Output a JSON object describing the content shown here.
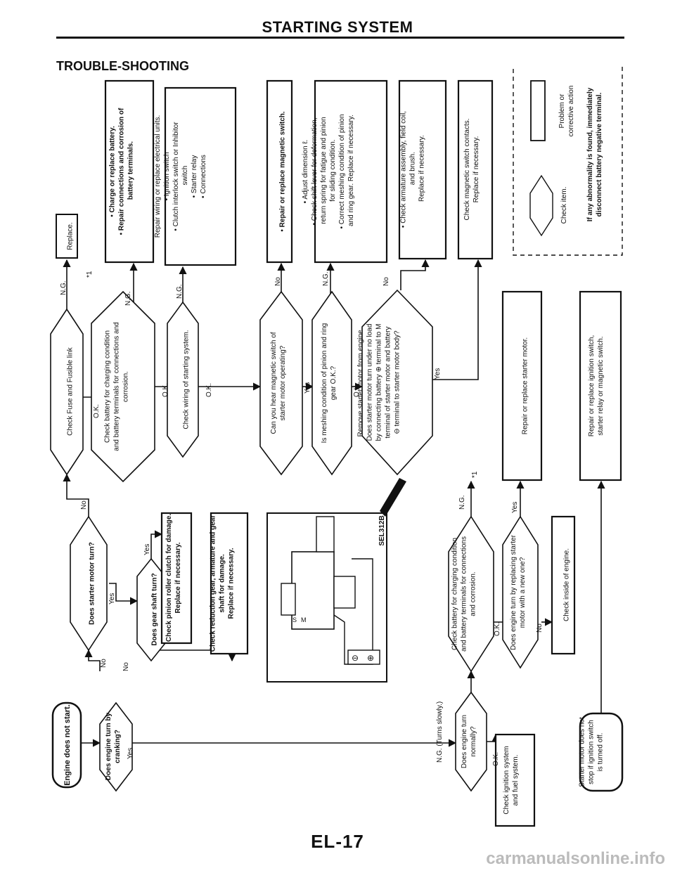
{
  "header": {
    "title": "STARTING SYSTEM",
    "subtitle": "TROUBLE-SHOOTING"
  },
  "footer": {
    "page": "EL-17",
    "watermark": "carmanualsonline.info"
  },
  "nodes": {
    "start": [
      "Engine does not start."
    ],
    "cranking": [
      "Does engine turn by",
      "cranking?"
    ],
    "starter_turn": [
      "Does starter motor turn?"
    ],
    "gear_turn": [
      "Does gear shaft turn?"
    ],
    "pinion_clutch": [
      "Check pinion roller clutch for damage.",
      "Replace if necessary."
    ],
    "reduction_gear": [
      "Check reduction gear, armature and gear",
      "shaft for damage.",
      "Replace if necessary."
    ],
    "fuse": [
      "Check Fuse and Fusible link"
    ],
    "replace": [
      "Replace."
    ],
    "battery": [
      "Check battery for charging condition",
      "and battery terminals for connections and",
      "corrosion."
    ],
    "battery_fix": [
      "•  Charge or replace battery.",
      "•  Repair connections and corrosion of",
      "    battery terminals."
    ],
    "wiring": [
      "Check wiring of starting system."
    ],
    "wiring_fix": [
      "Repair wiring or replace electrical units.",
      "•  Ignition switch",
      "•  Clutch interlock switch or Inhibitor",
      "    switch",
      "•  Starter relay",
      "•  Connections"
    ],
    "magnetic": [
      "Can you hear magnetic switch of",
      "starter motor operating?"
    ],
    "magnetic_fix": [
      "•  Repair or replace magnetic switch."
    ],
    "meshing": [
      "Is meshing condition of pinion and ring",
      "gear O.K.?"
    ],
    "meshing_fix": [
      "•  Adjust dimension ℓ.",
      "•  Check shift lever for deformation,",
      "    return spring for fatigue and pinion",
      "    for sliding condition.",
      "•  Correct meshing condition of pinion",
      "    and ring gear. Replace if necessary."
    ],
    "remove": [
      "Remove starter motor from engine.",
      "Does starter motor turn under no load",
      "by connecting battery ⊕ terminal to M",
      "terminal of starter motor and battery",
      "⊖ terminal to starter motor body?"
    ],
    "armature": [
      "•  Check armature assembly, field coil,",
      "    and brush.",
      "    Replace if necessary."
    ],
    "contacts": [
      "Check magnetic switch contacts.",
      "Replace if necessary."
    ],
    "normally": [
      "Does engine turn",
      "normally?"
    ],
    "ignition": [
      "Check ignition system",
      "and fuel system."
    ],
    "battery2": [
      "Check battery for charging condition",
      "and battery terminals for connections",
      "and corrosion."
    ],
    "replace_starter": [
      "Does engine turn by replacing starter",
      "motor with a new one?"
    ],
    "inside": [
      "Check inside of engine."
    ],
    "repair_starter": [
      "Repair or replace starter motor."
    ],
    "not_stop": [
      "Starter motor does not",
      "stop if ignition switch",
      "is turned off."
    ],
    "repair_switch": [
      "Repair or replace ignition switch,",
      "starter relay or magnetic switch."
    ]
  },
  "legend": {
    "check": "Check item.",
    "action": [
      "Problem or",
      "corrective action"
    ],
    "note": [
      "If any abnormality is found, immediately",
      "disconnect battery negative terminal."
    ]
  },
  "figure": {
    "code": "SEL312B",
    "s": "S",
    "m": "M",
    "minus": "⊖",
    "plus": "⊕"
  },
  "labels": {
    "yes": "Yes",
    "no": "No",
    "ok": "O.K.",
    "ng": "N.G.",
    "ng_slow": "N.G. (Turns slowly.)",
    "star": "*1"
  }
}
